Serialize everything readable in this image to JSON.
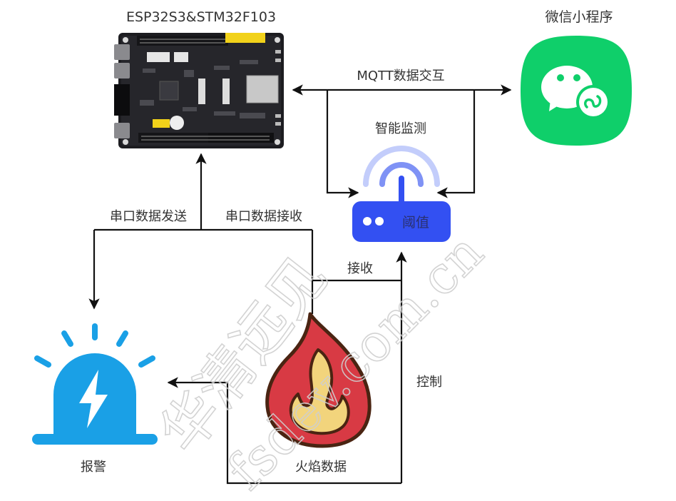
{
  "diagram": {
    "nodes": {
      "board": {
        "label": "ESP32S3&STM32F103",
        "icon": "dev-board-icon"
      },
      "miniprogram": {
        "label": "微信小程序",
        "icon": "wechat-miniprogram-icon",
        "color": "#0fcf6a"
      },
      "monitor": {
        "label": "智能监测",
        "icon": "router-icon",
        "body_text": "阈值",
        "color": "#3350f2",
        "arc_inner_color": "#7f92f5",
        "arc_outer_color": "#c3cdfb"
      },
      "alarm": {
        "label": "报警",
        "icon": "siren-icon",
        "color": "#1aa0e6"
      },
      "flame": {
        "label": "火焰数据",
        "icon": "flame-icon",
        "outer_color": "#d83a44",
        "inner_color": "#f2d47c",
        "outline_color": "#4a2412"
      }
    },
    "edges": {
      "mqtt": {
        "label": "MQTT数据交互",
        "from": "board",
        "to": "miniprogram",
        "bidirectional": true
      },
      "serial_send": {
        "label": "串口数据发送",
        "from": "board",
        "to": "alarm"
      },
      "serial_recv": {
        "label": "串口数据接收",
        "from": "flame",
        "to": "board"
      },
      "receive": {
        "label": "接收",
        "from": "flame",
        "to": "monitor"
      },
      "control": {
        "label": "控制",
        "from": "monitor",
        "to": "alarm"
      }
    },
    "watermark": {
      "text_cn": "华清远见",
      "text_url": "fsdev.com.cn"
    }
  }
}
